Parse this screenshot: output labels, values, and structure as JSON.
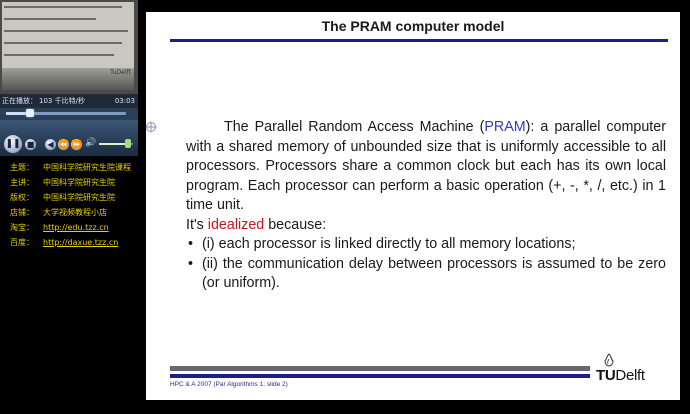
{
  "player": {
    "status_label": "正在播放：",
    "status_info": "103 千比特/秒",
    "time": "03:03",
    "seek_progress_pct": 20,
    "volume_pct": 85,
    "video_thumb_text": "TuDelft",
    "icons": {
      "play": "pause-icon",
      "stop": "stop-icon",
      "prev": "previous-icon",
      "rewind": "rewind-icon",
      "forward": "fast-forward-icon",
      "mute": "speaker-icon"
    }
  },
  "info": [
    {
      "label": "主题：",
      "value": "中国科学院研究生院课程"
    },
    {
      "label": "主讲：",
      "value": "中国科学院研究生院"
    },
    {
      "label": "版权：",
      "value": "中国科学院研究生院"
    },
    {
      "label": "店铺：",
      "value": "大学视频教程小店"
    },
    {
      "label": "淘宝：",
      "value": "http://edu.tzz.cn"
    },
    {
      "label": "百度：",
      "value": "http://daxue.tzz.cn"
    }
  ],
  "slide": {
    "title": "The PRAM computer model",
    "intro_pre": "The Parallel Random Access Machine (",
    "intro_hl": "PRAM",
    "intro_post": "): a parallel computer with a shared memory of unbounded size that is uniformly accessible to all processors. Processors share a common clock but each has its own local program. Each processor can perform a basic operation (+, -, *, /, etc.) in 1 time unit.",
    "idealized_pre": "It's ",
    "idealized_hl": "idealized",
    "idealized_post": " because:",
    "bullets": [
      "(i) each processor is linked directly to all memory locations;",
      "(ii) the communication delay between processors is assumed to be zero (or uniform)."
    ],
    "bullet_char": "•",
    "footer": "HPC & A 2007 (Par Algorithms 1: slide 2)",
    "logo_tu": "TU",
    "logo_delft": "Delft",
    "colors": {
      "accent_blue": "#2f3eb2",
      "accent_red": "#c8141e",
      "rule_blue": "#1d1e86"
    }
  }
}
